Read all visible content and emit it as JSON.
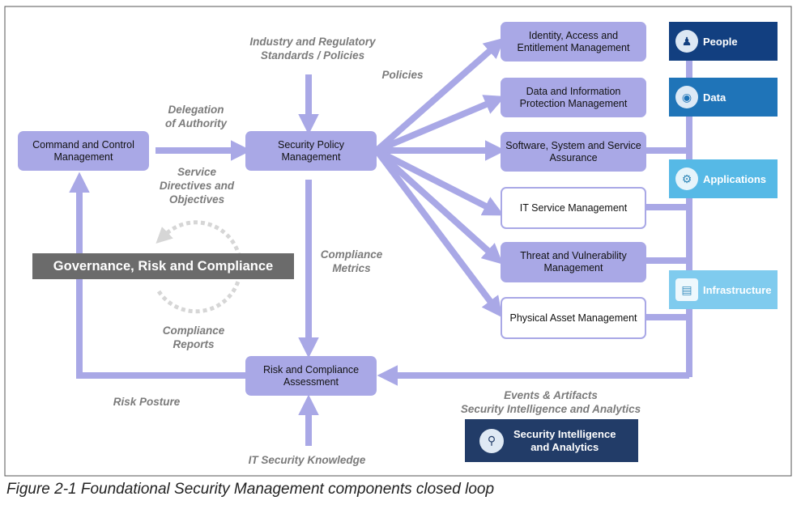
{
  "nodes": {
    "command_control": "Command and Control Management",
    "security_policy": "Security Policy Management",
    "risk_compliance": "Risk and Compliance Assessment",
    "identity_access": "Identity, Access and Entitlement Management",
    "data_protection": "Data and Information Protection Management",
    "software_system": "Software, System and Service Assurance",
    "it_service": "IT Service Management",
    "threat_vulnerability": "Threat and Vulnerability Management",
    "physical_asset": "Physical Asset Management"
  },
  "labels": {
    "industry_standards": "Industry and Regulatory\nStandards / Policies",
    "policies": "Policies",
    "delegation": "Delegation\nof Authority",
    "service_directives": "Service\nDirectives and\nObjectives",
    "compliance_metrics": "Compliance\nMetrics",
    "compliance_reports": "Compliance\nReports",
    "risk_posture": "Risk Posture",
    "it_security_knowledge": "IT Security Knowledge",
    "events_artifacts": "Events & Artifacts\nSecurity Intelligence and Analytics"
  },
  "governance_banner": "Governance, Risk and Compliance",
  "categories": {
    "people": "People",
    "data": "Data",
    "applications": "Applications",
    "infrastructure": "Infrastructure"
  },
  "icons": {
    "people": "person-icon",
    "data": "database-icon",
    "applications": "gears-icon",
    "infrastructure": "servers-icon",
    "security_intelligence": "magnifier-icon"
  },
  "security_intelligence": "Security Intelligence\nand Analytics",
  "caption": "Figure 2-1   Foundational Security Management components closed loop",
  "colors": {
    "arrow": "#a9a8e6",
    "label_gray": "#7b7b7b",
    "grc_banner": "#6b6b6b",
    "people": "#123f80",
    "data": "#1f74b8",
    "applications": "#56b9e6",
    "infrastructure": "#7fcbee",
    "security_intelligence": "#223c68"
  }
}
